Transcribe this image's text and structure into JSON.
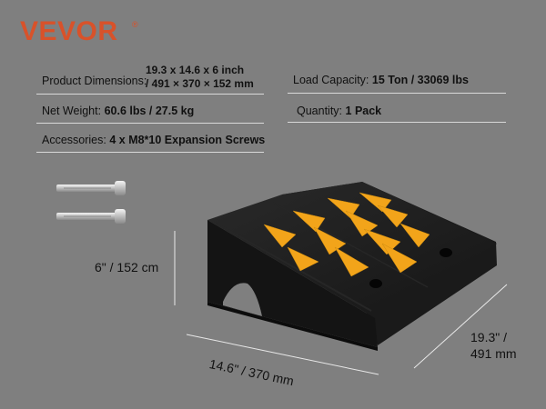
{
  "brand": {
    "name": "VEVOR",
    "mark": "®",
    "color": "#d8522a"
  },
  "specs": {
    "product_dimensions": {
      "label": "Product Dimensions:",
      "value_line1": "19.3 x 14.6 x 6 inch",
      "value_line2": "/ 491 × 370 × 152 mm"
    },
    "load_capacity": {
      "label": "Load Capacity:",
      "value": "15 Ton / 33069 lbs"
    },
    "net_weight": {
      "label": "Net Weight:",
      "value": "60.6 lbs / 27.5 kg"
    },
    "quantity": {
      "label": "Quantity:",
      "value": "1 Pack"
    },
    "accessories": {
      "label": "Accessories:",
      "value": "4 x M8*10 Expansion Screws"
    }
  },
  "dimensions": {
    "height": "6\" / 152 cm",
    "width": "14.6\" / 370 mm",
    "length_line1": "19.3\" /",
    "length_line2": "491 mm"
  },
  "colors": {
    "background": "#7f7f7f",
    "ramp": "#1b1b1b",
    "reflector": "#f2a41a"
  }
}
